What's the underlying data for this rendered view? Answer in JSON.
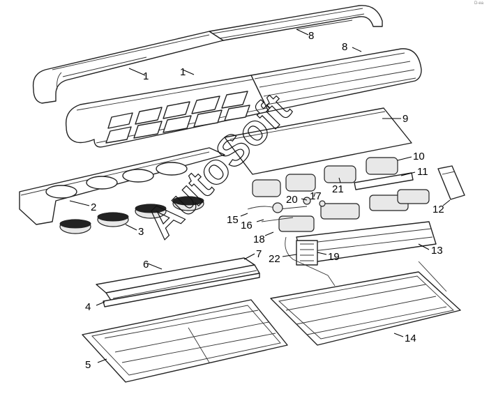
{
  "watermark": "AutoSoft",
  "corner_mark": "D-ea",
  "callouts": [
    {
      "id": "c-8a",
      "label": "8"
    },
    {
      "id": "c-8b",
      "label": "8"
    },
    {
      "id": "c-1a",
      "label": "1"
    },
    {
      "id": "c-1b",
      "label": "1"
    },
    {
      "id": "c-9",
      "label": "9"
    },
    {
      "id": "c-10",
      "label": "10"
    },
    {
      "id": "c-11",
      "label": "11"
    },
    {
      "id": "c-21",
      "label": "21"
    },
    {
      "id": "c-17",
      "label": "17"
    },
    {
      "id": "c-20",
      "label": "20"
    },
    {
      "id": "c-12",
      "label": "12"
    },
    {
      "id": "c-2",
      "label": "2"
    },
    {
      "id": "c-15",
      "label": "15"
    },
    {
      "id": "c-16",
      "label": "16"
    },
    {
      "id": "c-18",
      "label": "18"
    },
    {
      "id": "c-3",
      "label": "3"
    },
    {
      "id": "c-13",
      "label": "13"
    },
    {
      "id": "c-7",
      "label": "7"
    },
    {
      "id": "c-6",
      "label": "6"
    },
    {
      "id": "c-22",
      "label": "22"
    },
    {
      "id": "c-19",
      "label": "19"
    },
    {
      "id": "c-4",
      "label": "4"
    },
    {
      "id": "c-14",
      "label": "14"
    },
    {
      "id": "c-5",
      "label": "5"
    }
  ]
}
